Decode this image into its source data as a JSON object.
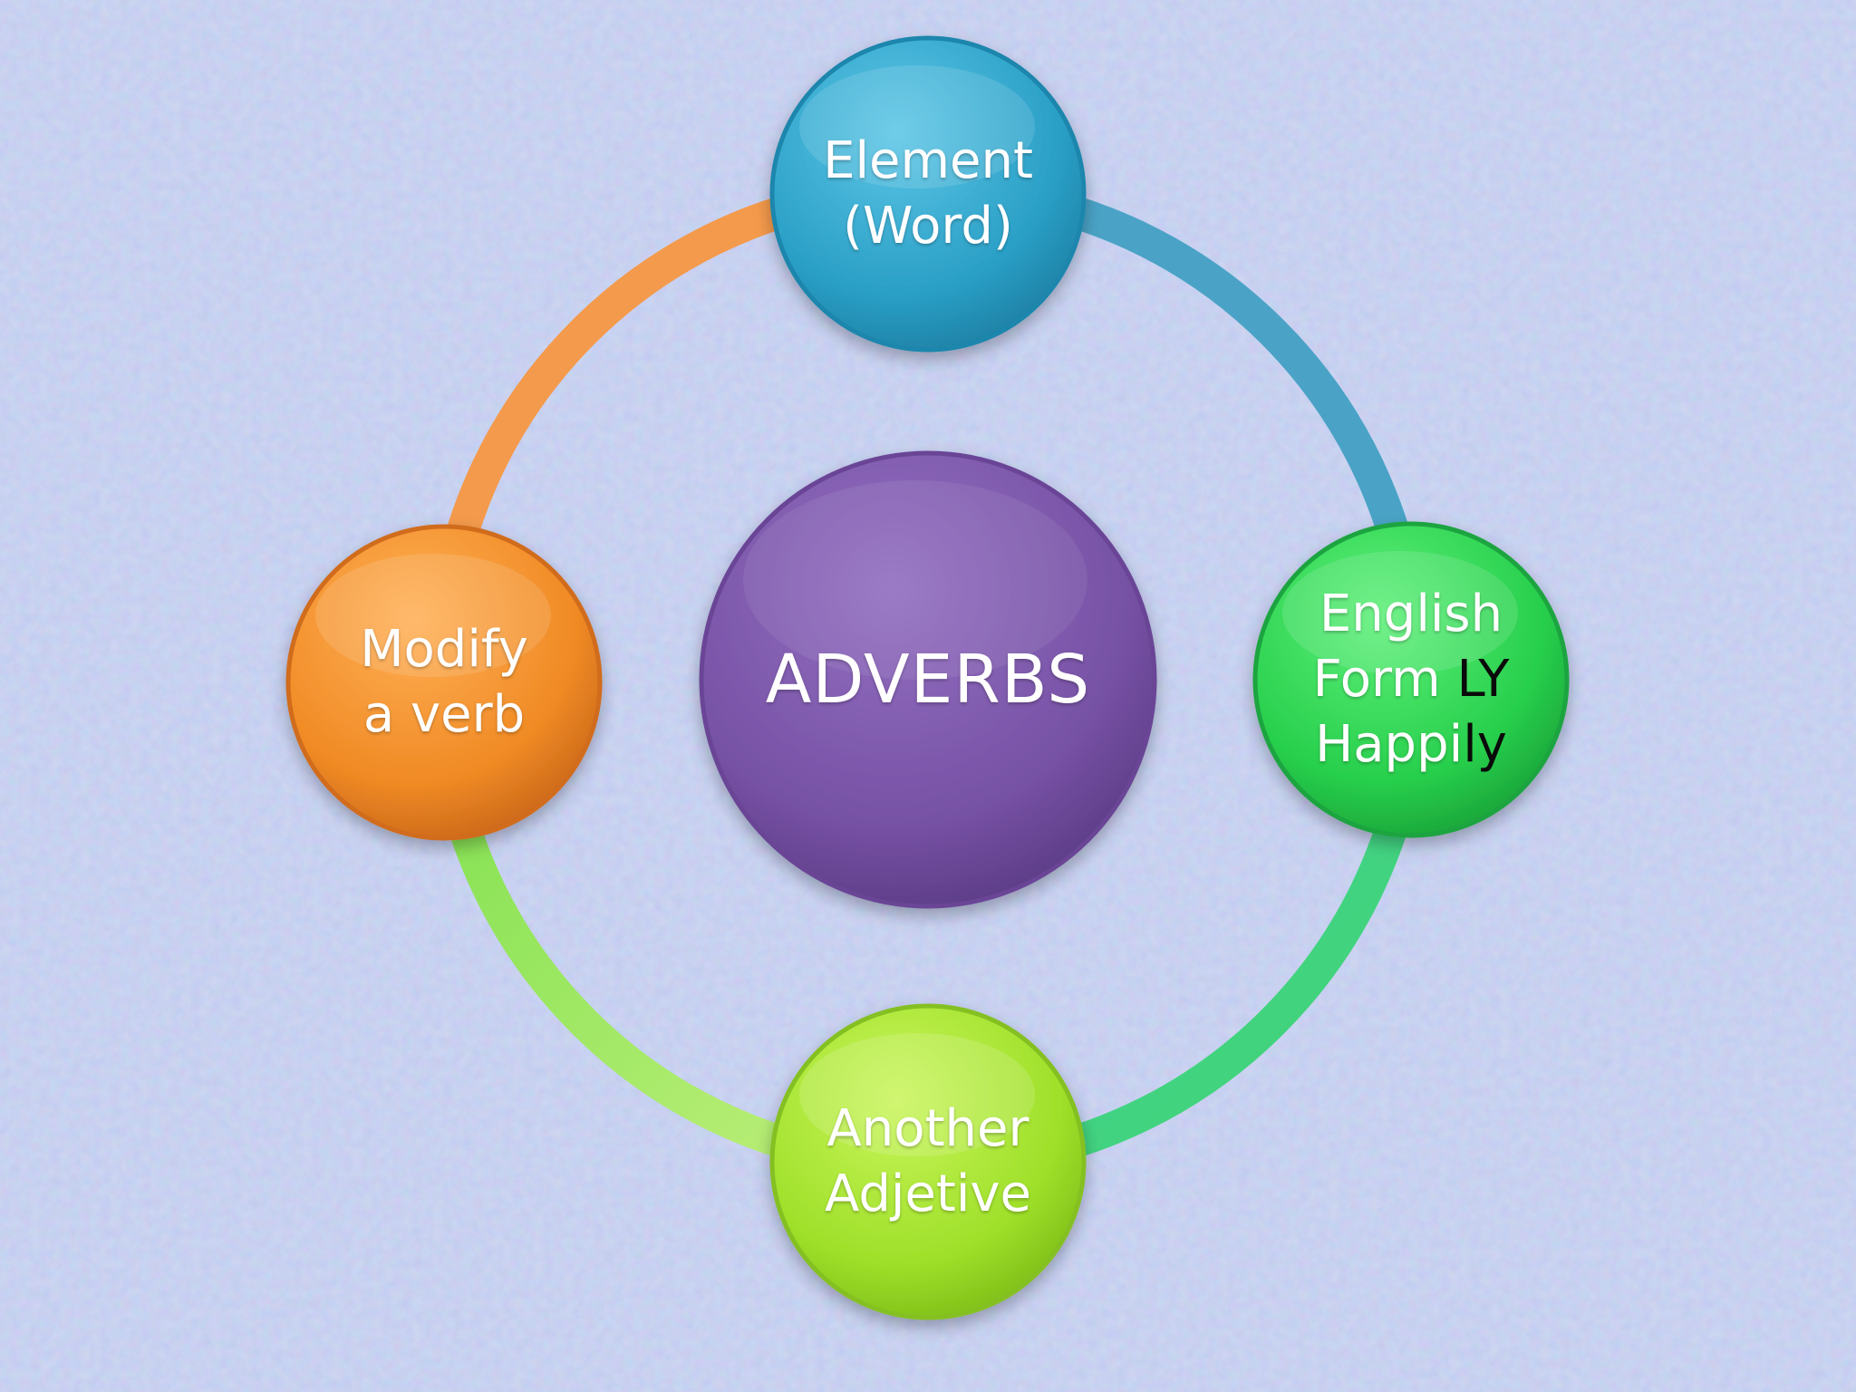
{
  "diagram": {
    "type": "cycle",
    "center": {
      "text": "ADVERBS",
      "color": "#7b52a8"
    },
    "nodes": [
      {
        "id": "top",
        "lines": [
          "Element",
          "(Word)"
        ],
        "color": "#2fa5c9"
      },
      {
        "id": "right",
        "lines": [
          "English",
          "Form LY",
          "Happily"
        ],
        "highlight": [
          "LY",
          "ly"
        ],
        "color": "#2ed352"
      },
      {
        "id": "bottom",
        "lines": [
          "Another",
          "Adjetive"
        ],
        "color": "#a3e52c"
      },
      {
        "id": "left",
        "lines": [
          "Modify",
          "a verb"
        ],
        "color": "#f08a26"
      }
    ],
    "ring_colors": [
      "#4aa7c7",
      "#45c98a",
      "#9ee864",
      "#f29a4a"
    ],
    "background_color": "#b8c6ec"
  }
}
